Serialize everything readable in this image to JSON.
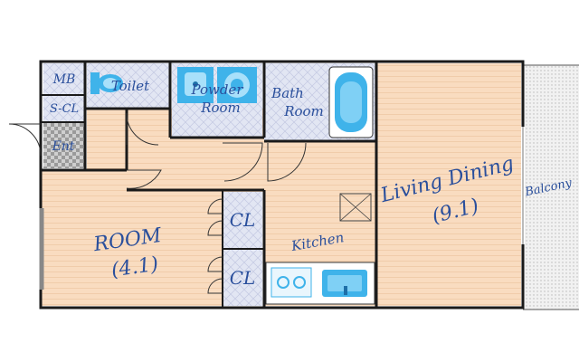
{
  "rooms": {
    "mb": "MB",
    "toilet": "Toilet",
    "powder_room_1": "Powder",
    "powder_room_2": "Room",
    "bath_room_1": "Bath",
    "bath_room_2": "Room",
    "scl": "S-CL",
    "ent": "Ent",
    "living_dining": "Living Dining",
    "living_dining_size": "(9.1)",
    "balcony": "Balcony",
    "room": "ROOM",
    "room_size": "(4.1)",
    "cl_upper": "CL",
    "cl_lower": "CL",
    "kitchen": "Kitchen"
  },
  "colors": {
    "floor_wood": "#f9dcc0",
    "floor_line": "#e8b990",
    "wall": "#1a1a1a",
    "wet_area": "#d6dbef",
    "fixture_blue": "#3fb3ea",
    "label": "#2a4f9c",
    "balcony": "#e8e8e8"
  }
}
